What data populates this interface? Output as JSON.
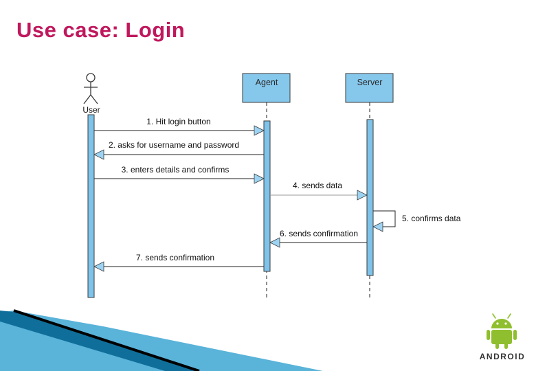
{
  "title": "Use case: Login",
  "colors": {
    "title": "#c0185d",
    "lifeline_box": "#86c8ec",
    "box_border": "#3a3a3a",
    "activation": "#7fc3ea",
    "arrow_head": "#9dd3f2",
    "line": "#222222",
    "reply_line": "#999999",
    "android_green": "#8fbf2e",
    "band_dark": "#0f6f9a",
    "band_light": "#5ab3d9",
    "logo_text": "#333333"
  },
  "actor": {
    "label": "User",
    "icon": "stick-figure-icon"
  },
  "lifelines": [
    {
      "id": "agent",
      "label": "Agent"
    },
    {
      "id": "server",
      "label": "Server"
    }
  ],
  "messages": [
    {
      "number": "1",
      "text": "Hit login button",
      "from": "user",
      "to": "agent"
    },
    {
      "number": "2",
      "text": "asks for username and password",
      "from": "agent",
      "to": "user"
    },
    {
      "number": "3",
      "text": "enters details and confirms",
      "from": "user",
      "to": "agent"
    },
    {
      "number": "4",
      "text": "sends data",
      "from": "agent",
      "to": "server"
    },
    {
      "number": "5",
      "text": "confirms data",
      "from": "server",
      "to": "server"
    },
    {
      "number": "6",
      "text": "sends confirmation",
      "from": "server",
      "to": "agent"
    },
    {
      "number": "7",
      "text": "sends confirmation",
      "from": "agent",
      "to": "user"
    }
  ],
  "logo": {
    "text": "ANDROID",
    "icon": "android-robot-icon"
  }
}
